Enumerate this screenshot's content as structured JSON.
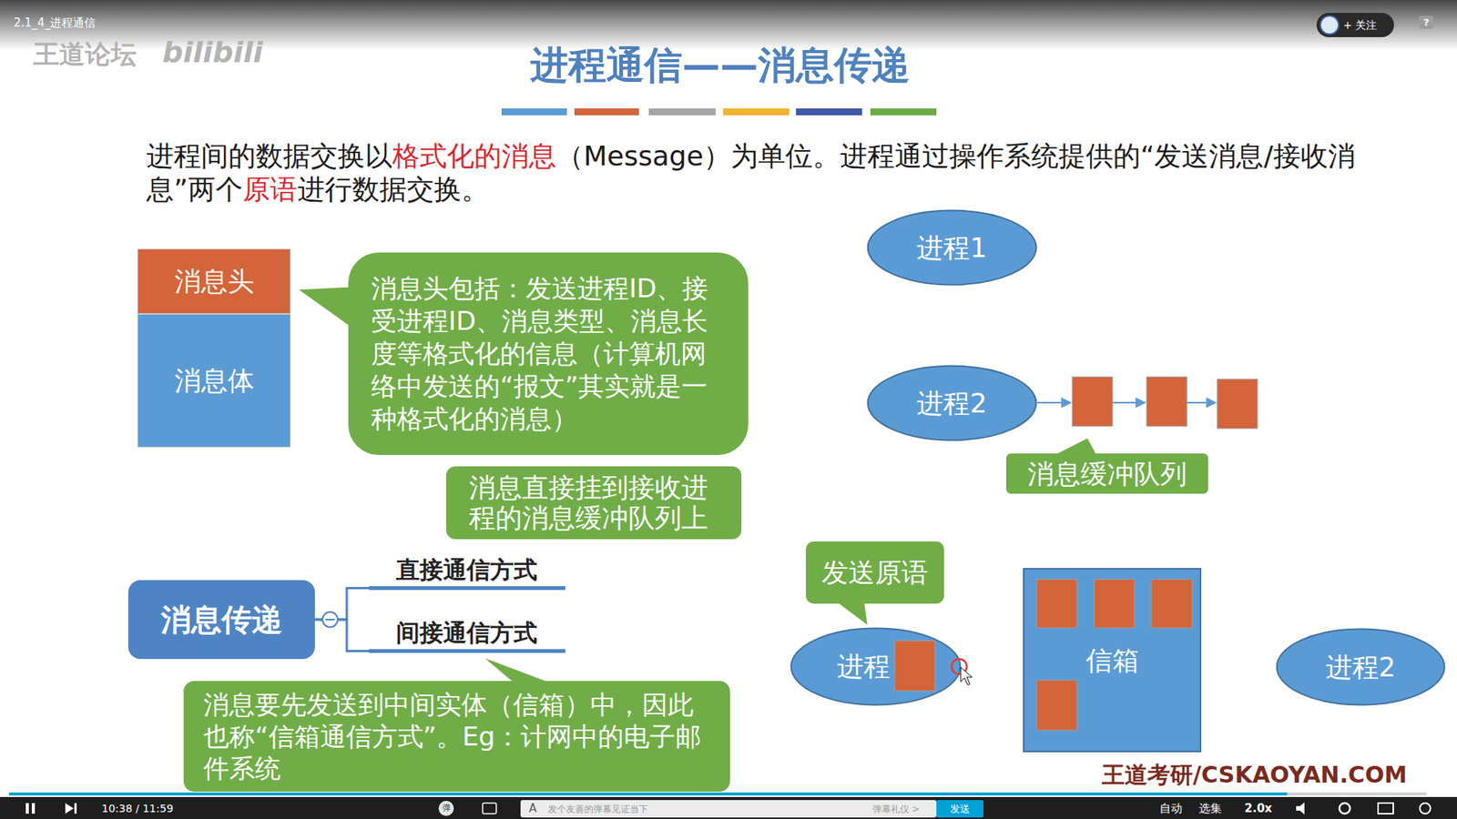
{
  "diagram": {
    "title": "进程通信——消息传递",
    "nodes": [
      {
        "text": [
          "消息头"
        ]
      },
      {
        "text": [
          "消息体"
        ]
      },
      {
        "text": [
          "消息头包括：发送进程ID、接受进程ID、消息类型、消息长度等格式化的信息（计算机网络中发送的“报文”其实就是一种格式化的消息）"
        ]
      },
      {
        "text": [
          "进程1"
        ]
      },
      {
        "text": [
          "进程2"
        ]
      },
      {
        "text": [
          "消息缓冲队列"
        ]
      },
      {
        "text": [
          "消息直接挂到接收进程的消息缓冲队列上"
        ]
      },
      {
        "text": [
          "消息传递"
        ]
      },
      {
        "text": [
          "直接通信方式"
        ]
      },
      {
        "text": [
          "间接通信方式"
        ]
      },
      {
        "text": [
          "消息要先发送到中间实体（信箱）中，因此也称“信箱通信方式”。Eg：计网中的电子邮件系统"
        ]
      },
      {
        "text": [
          "发送原语"
        ]
      },
      {
        "text": [
          "进程"
        ]
      },
      {
        "text": [
          "信箱"
        ]
      },
      {
        "text": [
          "进程2"
        ]
      }
    ],
    "edges": [
      {
        "from": 7,
        "to": 8,
        "arrow": "none"
      },
      {
        "from": 7,
        "to": 9,
        "arrow": "none"
      }
    ],
    "labels": [
      "2.1_4_进程通信",
      "王道论坛",
      "bilibili",
      "+ 关注",
      "?",
      "进程间的数据交换以",
      "格式化的消息",
      "（Message）为单位。进程通过操作系统提供的“发送消息/接收消息”两个",
      "原语",
      "进行数据交换。",
      "10:38 / 11:59",
      "弹",
      "A",
      "发个友善的弹幕见证当下",
      "弹幕礼仪 >",
      "发送",
      "自动",
      "选集",
      "2.0x",
      "王道考研/CSKAOYAN.COM"
    ]
  }
}
